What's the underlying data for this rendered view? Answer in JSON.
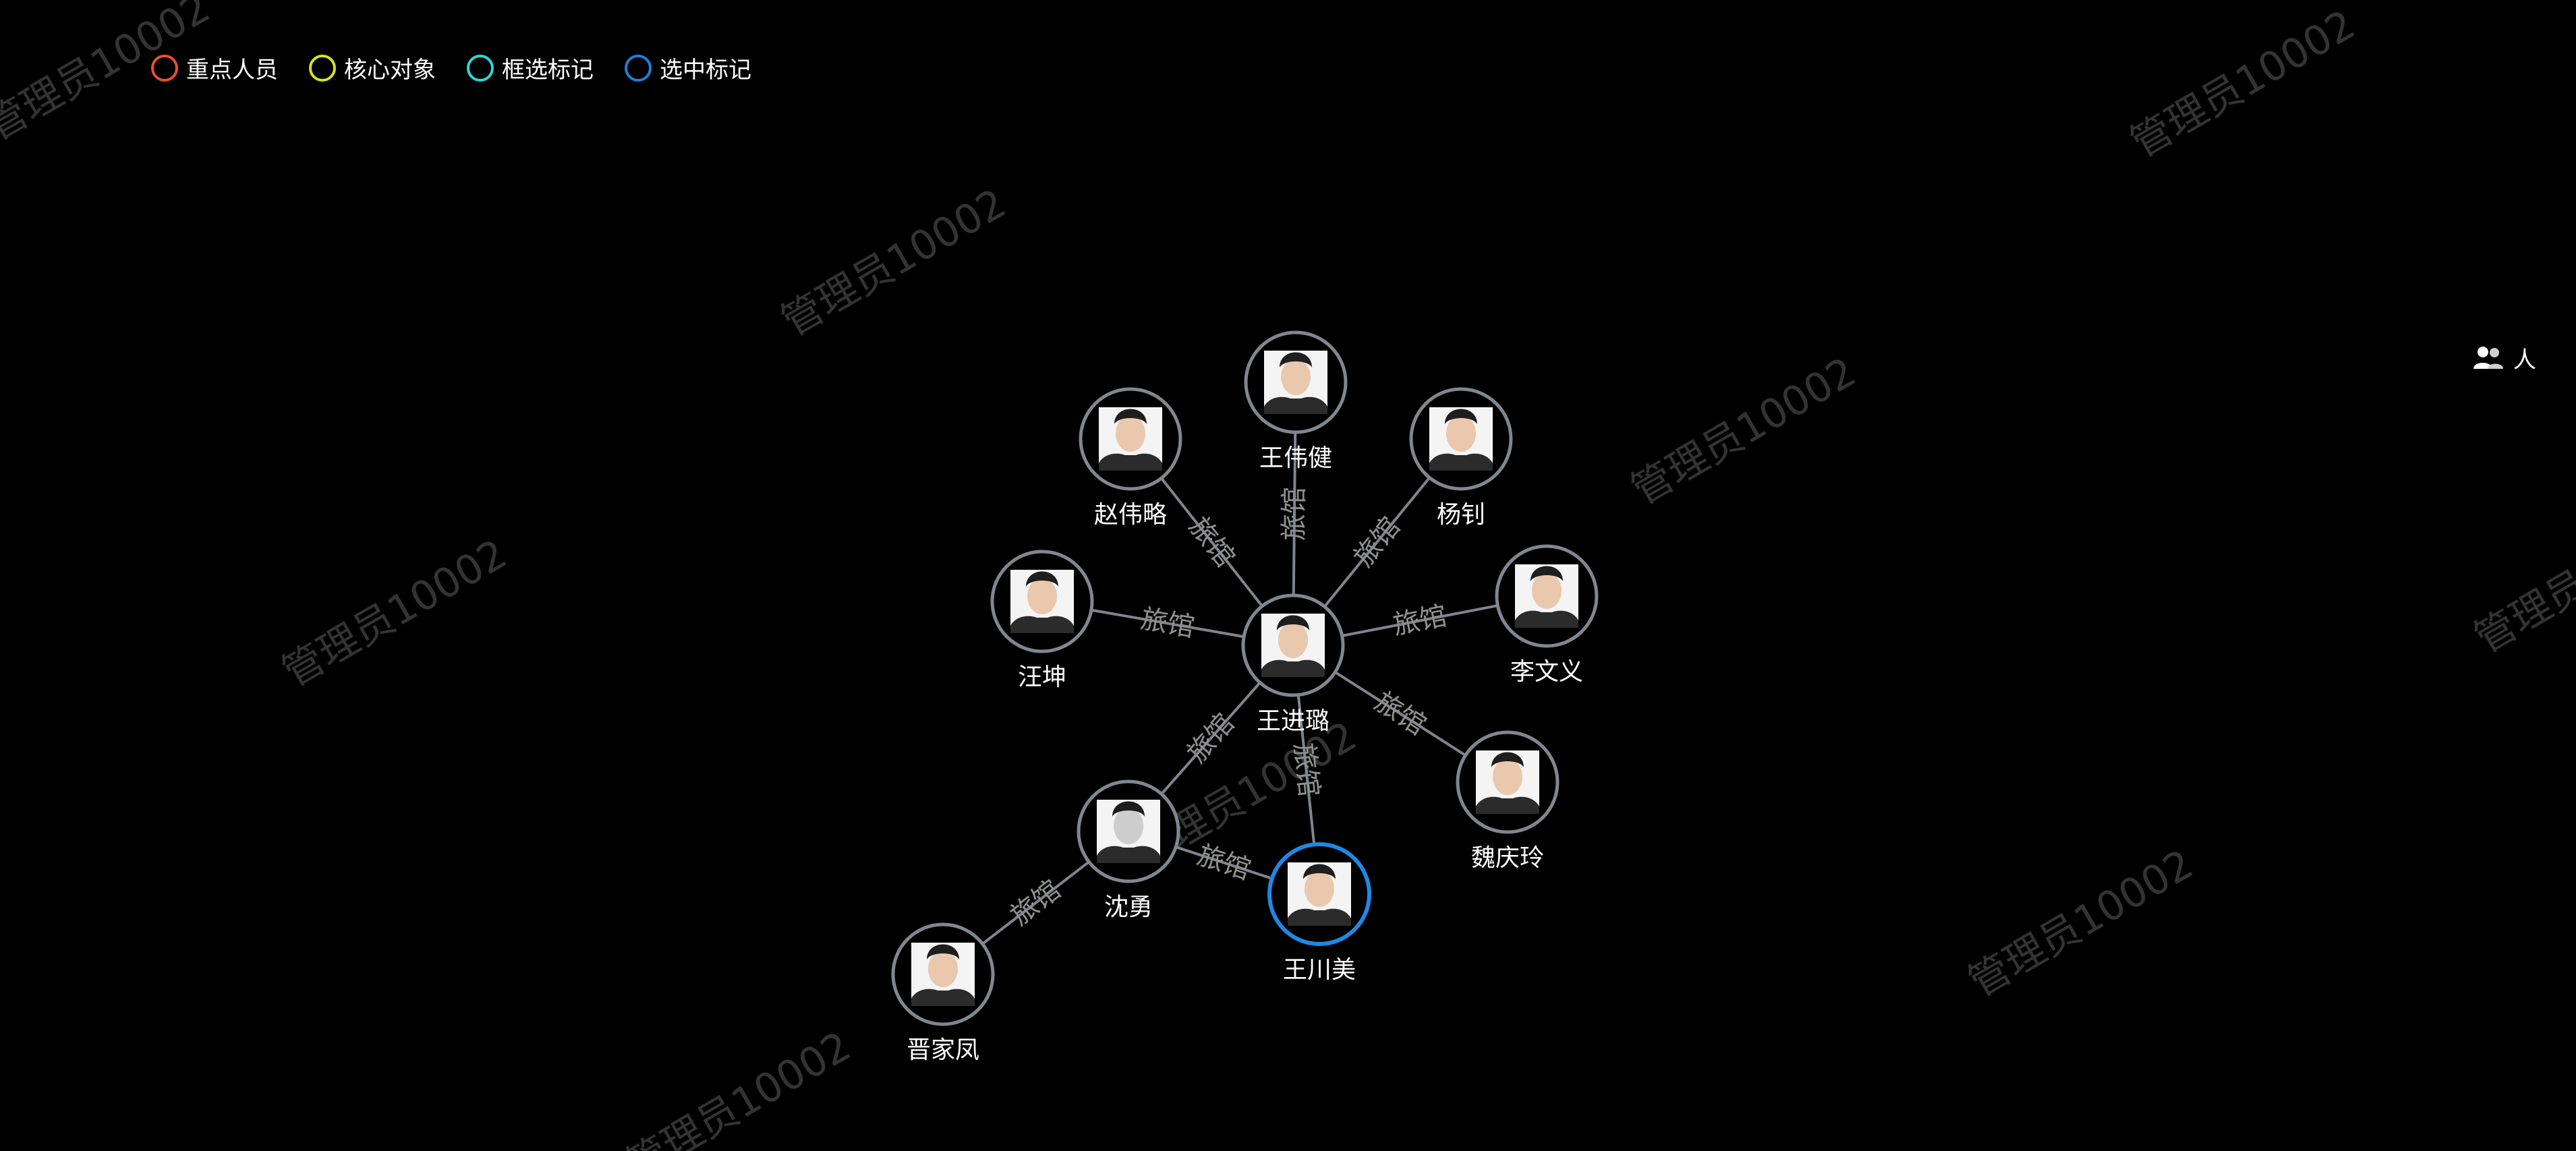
{
  "legend": [
    {
      "label": "重点人员",
      "color": "#e8502b"
    },
    {
      "label": "核心对象",
      "color": "#d8e21f"
    },
    {
      "label": "框选标记",
      "color": "#2fd6d6"
    },
    {
      "label": "选中标记",
      "color": "#1e7fd6"
    }
  ],
  "watermark_text": "管理员10002",
  "right_widget": {
    "label": "人",
    "icon": "person-group-icon"
  },
  "colors": {
    "node_ring": "#7f8792",
    "selected_ring": "#1e88e5",
    "edge": "#7d8590",
    "edge_label": "#8f8f8f"
  },
  "graph": {
    "nodes": [
      {
        "id": "center",
        "name": "王进璐",
        "selected": false,
        "photo": "bg-white-dark-hair"
      },
      {
        "id": "n1",
        "name": "王伟健",
        "selected": false,
        "photo": "bg-white-yellow-shirt"
      },
      {
        "id": "n2",
        "name": "赵伟略",
        "selected": false,
        "photo": "bg-white-glasses"
      },
      {
        "id": "n3",
        "name": "杨钊",
        "selected": false,
        "photo": "bg-white"
      },
      {
        "id": "n4",
        "name": "汪坤",
        "selected": false,
        "photo": "bg-white-bald"
      },
      {
        "id": "n5",
        "name": "李文义",
        "selected": false,
        "photo": "bg-white-suit"
      },
      {
        "id": "n6",
        "name": "魏庆玲",
        "selected": false,
        "photo": "bg-white-female"
      },
      {
        "id": "n7",
        "name": "沈勇",
        "selected": false,
        "photo": "grayscale"
      },
      {
        "id": "n8",
        "name": "王川美",
        "selected": true,
        "photo": "bg-white-female-pink"
      },
      {
        "id": "n9",
        "name": "晋家凤",
        "selected": false,
        "photo": "bg-white-female-red"
      }
    ],
    "edges": [
      {
        "from": "center",
        "to": "n1",
        "label": "旅馆"
      },
      {
        "from": "center",
        "to": "n2",
        "label": "旅馆"
      },
      {
        "from": "center",
        "to": "n3",
        "label": "旅馆"
      },
      {
        "from": "center",
        "to": "n4",
        "label": "旅馆"
      },
      {
        "from": "center",
        "to": "n5",
        "label": "旅馆"
      },
      {
        "from": "center",
        "to": "n6",
        "label": "旅馆"
      },
      {
        "from": "center",
        "to": "n7",
        "label": "旅馆"
      },
      {
        "from": "center",
        "to": "n8",
        "label": "旅馆"
      },
      {
        "from": "n7",
        "to": "n8",
        "label": "旅馆"
      },
      {
        "from": "n7",
        "to": "n9",
        "label": "旅馆"
      }
    ]
  }
}
